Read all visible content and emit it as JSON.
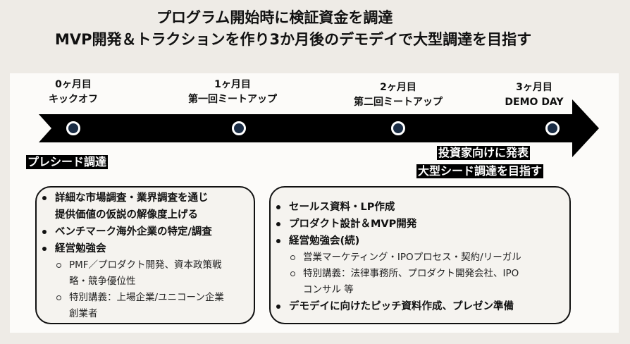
{
  "title": {
    "line1": "プログラム開始時に検証資金を調達",
    "line2": "MVP開発＆トラクションを作り3か月後のデモデイで大型調達を目指す"
  },
  "timeline": {
    "milestones": [
      {
        "month": "0ヶ月目",
        "label": "キックオフ"
      },
      {
        "month": "1ヶ月目",
        "label": "第一回ミートアップ"
      },
      {
        "month": "2ヶ月目",
        "label": "第二回ミートアップ"
      },
      {
        "month": "3ヶ月目",
        "label": "DEMO DAY"
      }
    ],
    "colors": {
      "arrow": "#000000",
      "dot_fill": "#1b2d45",
      "dot_ring": "#ffffff"
    }
  },
  "highlights": {
    "left": "プレシード調達",
    "right_line1": "投資家向けに発表",
    "right_line2": "大型シード調達を目指す"
  },
  "left_box": {
    "items": [
      {
        "text": "詳細な市場調査・業界調査を通じ",
        "level": 1
      },
      {
        "text": "提供価値の仮説の解像度上げる",
        "level": "cont"
      },
      {
        "text": "ベンチマーク海外企業の特定/調査",
        "level": 1
      },
      {
        "text": "経営勉強会",
        "level": 1
      },
      {
        "text": "PMF／プロダクト開発、資本政策戦",
        "level": 2
      },
      {
        "text": "略・競争優位性",
        "level": "cont2"
      },
      {
        "text": "特別講義：上場企業/ユニコーン企業",
        "level": 2
      },
      {
        "text": "創業者",
        "level": "cont2"
      }
    ]
  },
  "right_box": {
    "items": [
      {
        "text": "セールス資料・LP作成",
        "level": 1
      },
      {
        "text": "プロダクト設計＆MVP開発",
        "level": 1
      },
      {
        "text": "経営勉強会(続)",
        "level": 1
      },
      {
        "text": "営業マーケティング・IPOプロセス・契約/リーガル",
        "level": 2
      },
      {
        "text": "特別講義：法律事務所、プロダクト開発会社、IPO",
        "level": 2
      },
      {
        "text": "コンサル 等",
        "level": "cont2"
      },
      {
        "text": "デモデイに向けたピッチ資料作成、プレゼン準備",
        "level": 1
      }
    ]
  }
}
